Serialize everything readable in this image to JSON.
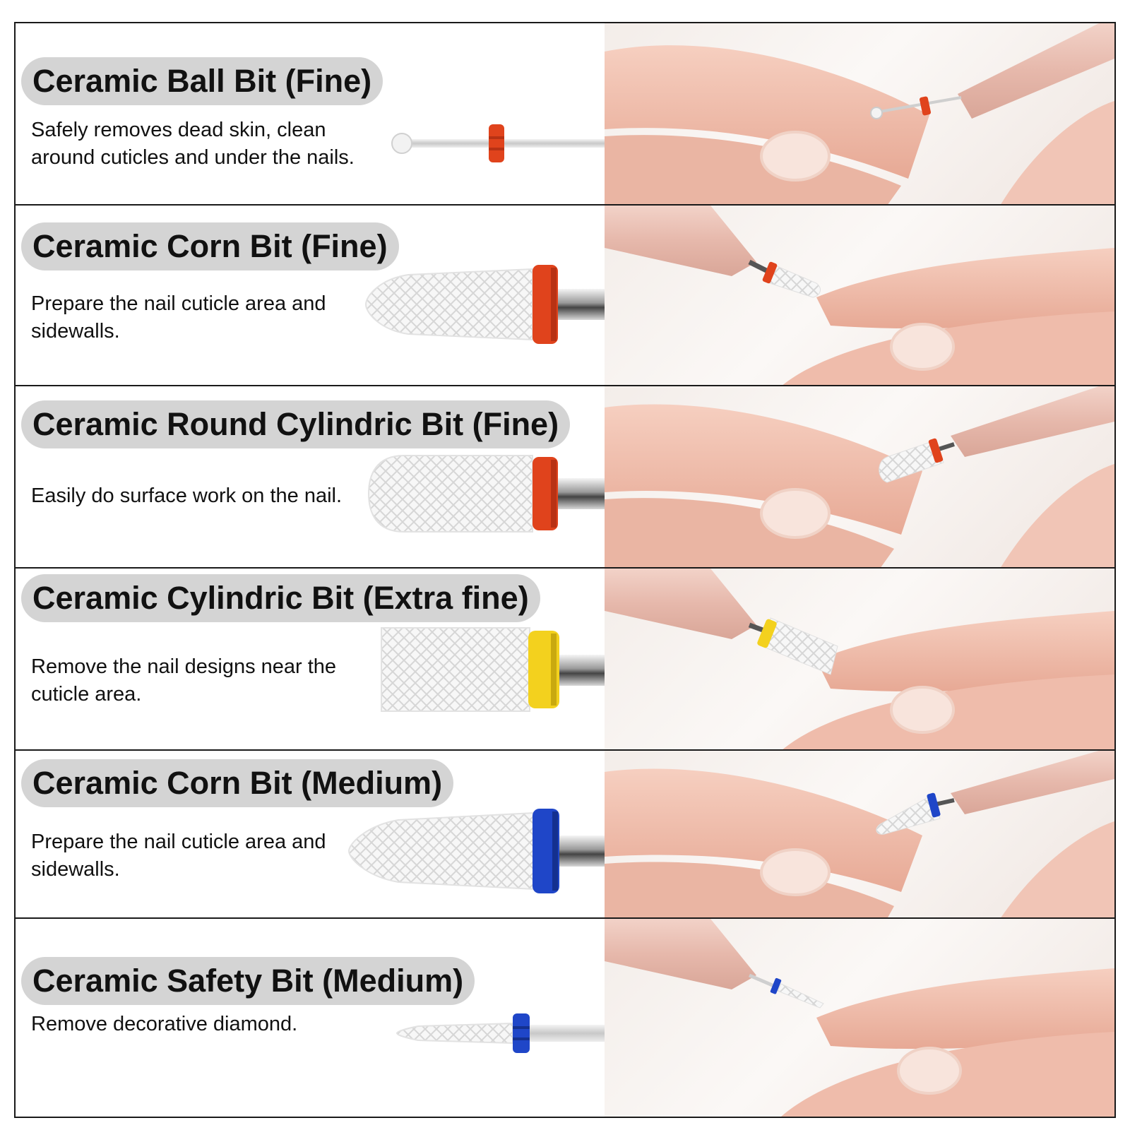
{
  "colors": {
    "border": "#1a1a1a",
    "pill": "#d4d4d4",
    "red": "#e0431c",
    "yellow": "#f3d11e",
    "blue": "#1f46c8",
    "skin": "#f0c2b2",
    "pen": "#e9bfb5"
  },
  "bits": [
    {
      "title": "Ceramic Ball Bit (Fine)",
      "description": "Safely removes dead skin, clean around cuticles and under the nails.",
      "shape": "ball",
      "band_color": "red"
    },
    {
      "title": "Ceramic Corn Bit (Fine)",
      "description": "Prepare the nail cuticle area and sidewalls.",
      "shape": "corn",
      "band_color": "red"
    },
    {
      "title": "Ceramic Round Cylindric Bit (Fine)",
      "description": "Easily do surface work on the nail.",
      "shape": "round-cylinder",
      "band_color": "red"
    },
    {
      "title": "Ceramic Cylindric Bit (Extra fine)",
      "description": "Remove the nail designs near the cuticle area.",
      "shape": "cylinder",
      "band_color": "yellow"
    },
    {
      "title": "Ceramic Corn Bit (Medium)",
      "description": "Prepare the nail cuticle area and sidewalls.",
      "shape": "corn",
      "band_color": "blue"
    },
    {
      "title": "Ceramic Safety Bit (Medium)",
      "description": "Remove decorative diamond.",
      "shape": "safety",
      "band_color": "blue"
    }
  ]
}
